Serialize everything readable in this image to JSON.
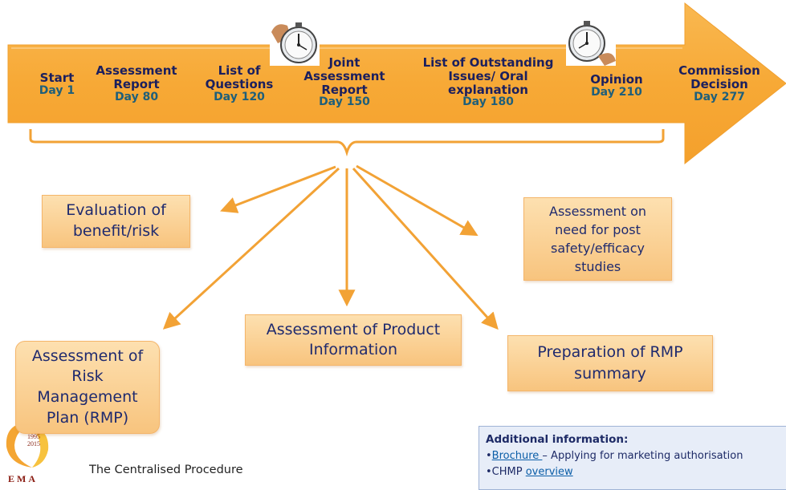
{
  "milestones": [
    {
      "title": "Start",
      "day": "Day 1"
    },
    {
      "title": "Assessment Report",
      "day": "Day 80"
    },
    {
      "title": "List of Questions",
      "day": "Day 120"
    },
    {
      "title": "Joint Assessment Report",
      "day": "Day 150"
    },
    {
      "title": "List of Outstanding Issues/ Oral explanation",
      "day": "Day 180"
    },
    {
      "title": "Opinion",
      "day": "Day 210"
    },
    {
      "title": "Commission Decision",
      "day": "Day 277"
    }
  ],
  "boxes": {
    "evaluation": "Evaluation of benefit/risk",
    "post_studies": "Assessment on need for post safety/efficacy studies",
    "rmp_assessment": "Assessment of Risk Management Plan (RMP)",
    "product_info": "Assessment of Product Information",
    "rmp_summary": "Preparation of RMP summary"
  },
  "additional_info": {
    "heading": "Additional information:",
    "brochure_link": "Brochure ",
    "brochure_text": "– Applying for marketing authorisation",
    "chmp_text": "CHMP ",
    "chmp_link": "overview"
  },
  "footer": {
    "title": "The Centralised Procedure",
    "logo_years_top": "1995",
    "logo_years_bottom": "2015",
    "logo_text": "EMA"
  },
  "colors": {
    "arrow": "#f7ad3f",
    "box_fill": "#fbd79c",
    "milestone_title": "#1b1f5e",
    "milestone_day": "#1f5f7a",
    "info_bg": "#e7edf8"
  }
}
